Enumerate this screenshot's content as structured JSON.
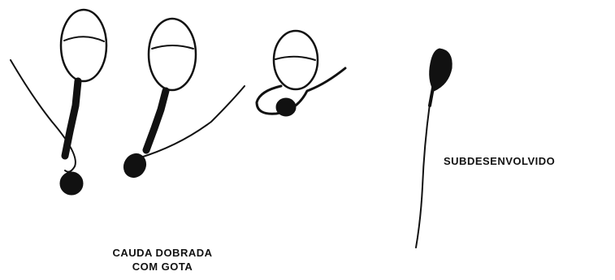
{
  "labels": {
    "bent_tail_line1": "CAUDA DOBRADA",
    "bent_tail_line2": "COM GOTA",
    "underdeveloped": "SUBDESENVOLVIDO"
  },
  "colors": {
    "ink": "#111111",
    "background": "#ffffff"
  }
}
